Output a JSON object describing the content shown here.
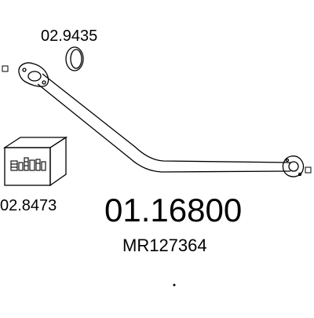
{
  "parts": {
    "gasket_code": "02.9435",
    "mounting_kit_code": "02.8473",
    "main_part_code": "01.16800",
    "oem_reference": "MR127364"
  },
  "colors": {
    "line": "#000000",
    "background": "#ffffff"
  }
}
